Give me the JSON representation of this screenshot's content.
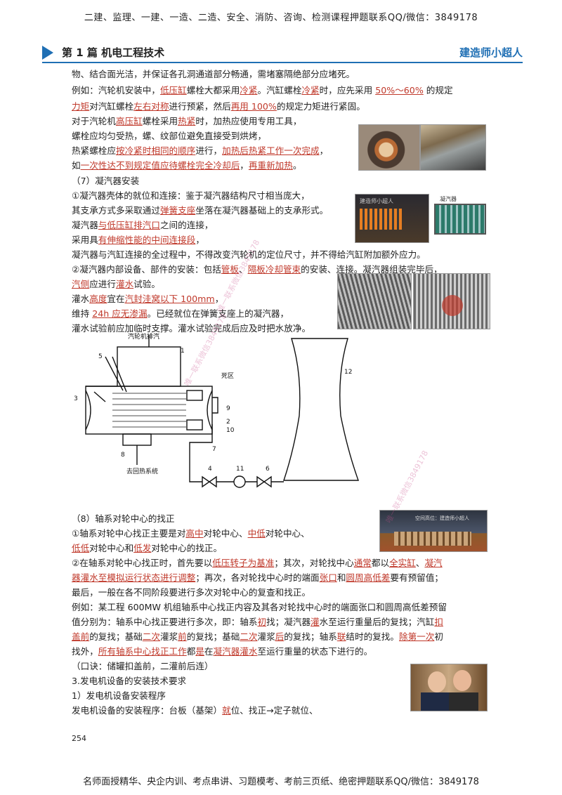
{
  "banner": {
    "top": "二建、监理、一建、一造、二造、安全、消防、咨询、检测课程押题联系QQ/微信：3849178"
  },
  "header": {
    "chapter": "第 1 篇  机电工程技术",
    "brand": "建造师小超人"
  },
  "lines": {
    "l1": "物、结合面光洁，并保证各孔洞通道部分畅通，需堵塞隔绝部分应堵死。",
    "l2": [
      "例如：汽轮机安装中，",
      "低压缸",
      "螺栓大都采用",
      "冷紧",
      "。汽缸螺栓",
      "冷紧",
      "时，应先采用 ",
      "50%～60%",
      " 的规定"
    ],
    "l3": [
      "力矩",
      "对汽缸螺栓",
      "左右对称",
      "进行预紧，然后",
      "再用 100%",
      "的规定力矩进行紧固。"
    ],
    "l4": [
      "对于汽轮机",
      "高压缸",
      "螺栓采用",
      "热紧",
      "时，加热应使用专用工具，"
    ],
    "l5": "螺栓应均匀受热，螺、纹部位避免直接受到烘烤，",
    "l6": [
      "热紧螺栓应",
      "按冷紧时相同的顺序",
      "进行，",
      "加热后热紧工作一次完成",
      "，"
    ],
    "l7": [
      "如",
      "一次性达不到规定值应待螺栓完全冷却后",
      "，",
      "再重新加热",
      "。"
    ],
    "l8": "（7）凝汽器安装",
    "l9": "①凝汽器壳体的就位和连接：鉴于凝汽器结构尺寸相当庞大，",
    "l10": [
      "其支承方式多采取通过",
      "弹簧支座",
      "坐落在凝汽器基础上的支承形式。"
    ],
    "l11": [
      "凝汽器",
      "与低压缸排汽口",
      "之间的连接，"
    ],
    "l12": [
      "采用具",
      "有伸缩性能的中间连接段",
      "，"
    ],
    "l13": "凝汽器与汽缸连接的全过程中，不得改变汽轮机的定位尺寸，并不得给汽缸附加额外应力。",
    "l14": [
      "②凝汽器内部设备、部件的安装：包括",
      "管板",
      "、",
      "隔板冷却管束",
      "的安装、连接。凝汽器组装完毕后，"
    ],
    "l15": [
      "汽侧",
      "应进行",
      "灌水",
      "试验。"
    ],
    "l16": [
      "灌水",
      "高度",
      "宜在",
      "汽封洼窝以下 100mm",
      "，"
    ],
    "l17": [
      "维持 ",
      "24h 应无渗漏",
      "。已经就位在弹簧支座上的凝汽器，"
    ],
    "l18": "灌水试验前应加临时支撑。灌水试验完成后应及时把水放净。",
    "l19": "（8）轴系对轮中心的找正",
    "l20": [
      "①轴系对轮中心找正主要是对",
      "高中",
      "对轮中心、",
      "中低",
      "对轮中心、"
    ],
    "l21": [
      "低低",
      "对轮中心和",
      "低发",
      "对轮中心的找正。"
    ],
    "l22": [
      "②在轴系对轮中心找正时，首先要以",
      "低压转子为基准",
      "；其次，对轮找中心",
      "通常",
      "都以",
      "全实缸",
      "、",
      "凝汽"
    ],
    "l23": [
      "器灌水至模拟运行状态进行调整",
      "；再次，各对轮找中心时的端面",
      "张口",
      "和",
      "圆周高低差",
      "要有预留值；"
    ],
    "l24": "最后，一般在各不同阶段要进行多次对轮中心的复查和找正。",
    "l25": "例如：某工程 600MW 机组轴系中心找正内容及其各对轮找中心时的端面张口和圆周高低差预留",
    "l26": [
      "值分别为：轴系中心找正要进行多次，即：轴系",
      "初",
      "找；凝汽器",
      "灌",
      "水至运行重量后的复找；汽缸",
      "扣"
    ],
    "l27": [
      "盖前",
      "的复找；基础",
      "二次",
      "灌浆",
      "前",
      "的复找；基础",
      "二次",
      "灌浆",
      "后",
      "的复找；轴系",
      "联",
      "结时的复找。",
      "除第一次",
      "初"
    ],
    "l28": [
      "找外，",
      "所有轴系中心找正工作",
      "都",
      "是",
      "在",
      "凝汽器灌水",
      "至运行重量的状态下进行的。"
    ],
    "l29": "（口诀：储罐扣盖前，二灌前后连）",
    "l30": "3.发电机设备的安装技术要求",
    "l31": "1）发电机设备安装程序",
    "l32": [
      "发电机设备的安装程序：台板（基架）",
      "就",
      "位、找正→定子就位、"
    ]
  },
  "diagram": {
    "exhaust_label": "汽轮机排汽",
    "dead_zone": "死区",
    "return_label": "去回热系统",
    "numbers": [
      "1",
      "2",
      "3",
      "4",
      "5",
      "6",
      "7",
      "8",
      "9",
      "10",
      "11",
      "12"
    ]
  },
  "photo_caption": "凝汽器",
  "video_caption": "空间高位：建造师小超人",
  "watermarks": [
    "唯一联系微信3849178",
    "唯一联系微信3849178",
    "唯一联系微信3849178"
  ],
  "page_number": "254",
  "footer": "名师面授精华、央企内训、考点串讲、习题模考、考前三页纸、绝密押题联系QQ/微信：3849178"
}
